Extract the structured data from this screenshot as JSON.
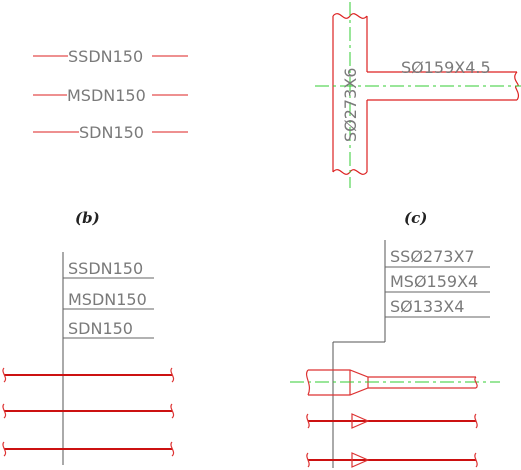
{
  "colors": {
    "pipe": "#dd2222",
    "text": "#7a7a7a",
    "leader": "#555555",
    "centerline": "#33cc33",
    "caption": "#222222"
  },
  "panel_a": {
    "labels": [
      "SSDN150",
      "MSDN150",
      "SDN150"
    ]
  },
  "panel_c_top": {
    "main_pipe_label": "SØ273X6",
    "branch_pipe_label": "SØ159X4.5"
  },
  "captions": {
    "b": "(b)",
    "c": "(c)"
  },
  "panel_b": {
    "labels": [
      "SSDN150",
      "MSDN150",
      "SDN150"
    ]
  },
  "panel_c": {
    "labels": [
      "SSØ273X7",
      "MSØ159X4",
      "SØ133X4"
    ]
  }
}
